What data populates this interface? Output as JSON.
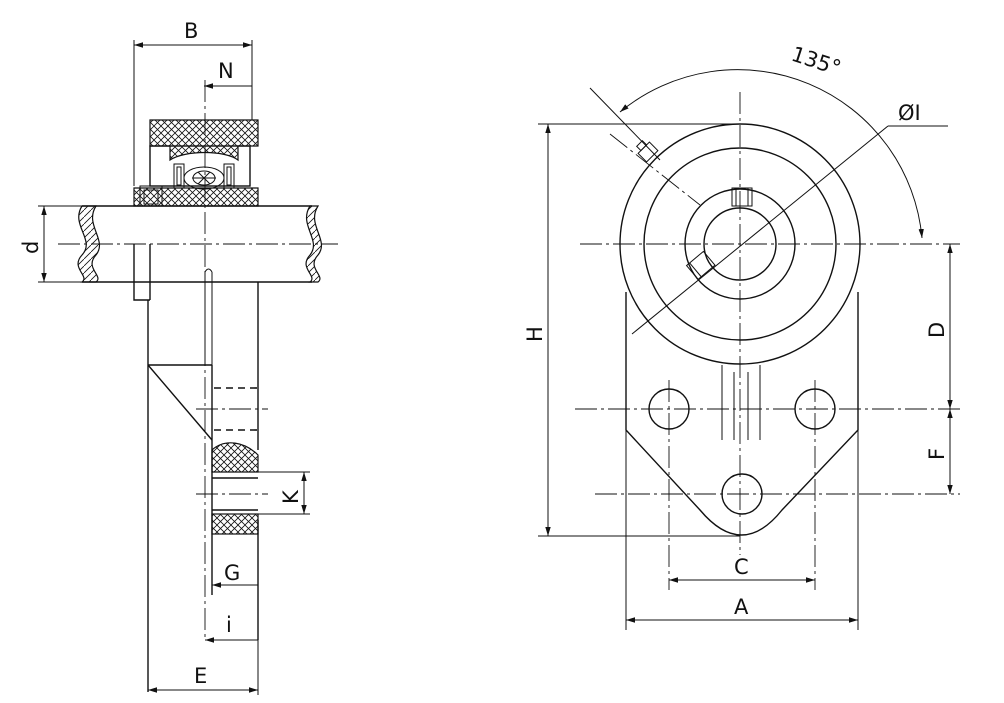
{
  "side_view": {
    "labels": {
      "B": "B",
      "N": "N",
      "d": "d",
      "K": "K",
      "G": "G",
      "i": "i",
      "E": "E"
    }
  },
  "front_view": {
    "labels": {
      "angle": "135°",
      "bolt_circle": "ØI",
      "H": "H",
      "D": "D",
      "F": "F",
      "C": "C",
      "A": "A"
    }
  }
}
